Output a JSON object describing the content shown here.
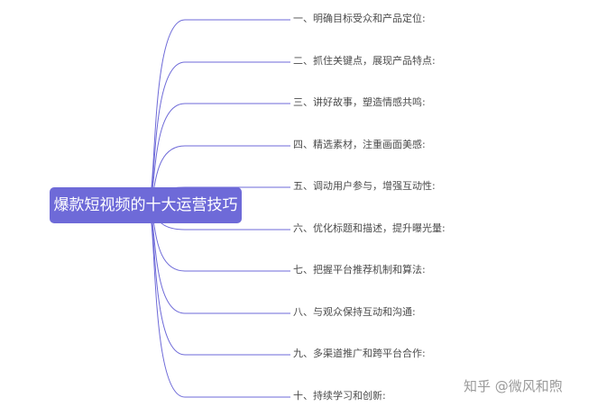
{
  "root": {
    "title": "爆款短视频的十大运营技巧"
  },
  "branches": [
    {
      "label": "一、明确目标受众和产品定位:"
    },
    {
      "label": "二、抓住关键点，展现产品特点:"
    },
    {
      "label": "三、讲好故事，塑造情感共鸣:"
    },
    {
      "label": "四、精选素材，注重画面美感:"
    },
    {
      "label": "五、调动用户参与，增强互动性:"
    },
    {
      "label": "六、优化标题和描述，提升曝光量:"
    },
    {
      "label": "七、把握平台推荐机制和算法:"
    },
    {
      "label": "八、与观众保持互动和沟通:"
    },
    {
      "label": "九、多渠道推广和跨平台合作:"
    },
    {
      "label": "十、持续学习和创新:"
    }
  ],
  "watermark": "知乎 @微风和煦",
  "colors": {
    "root_fill": "#6e6ad8",
    "connector": "#6e6ad8",
    "text": "#4b4b4b"
  }
}
